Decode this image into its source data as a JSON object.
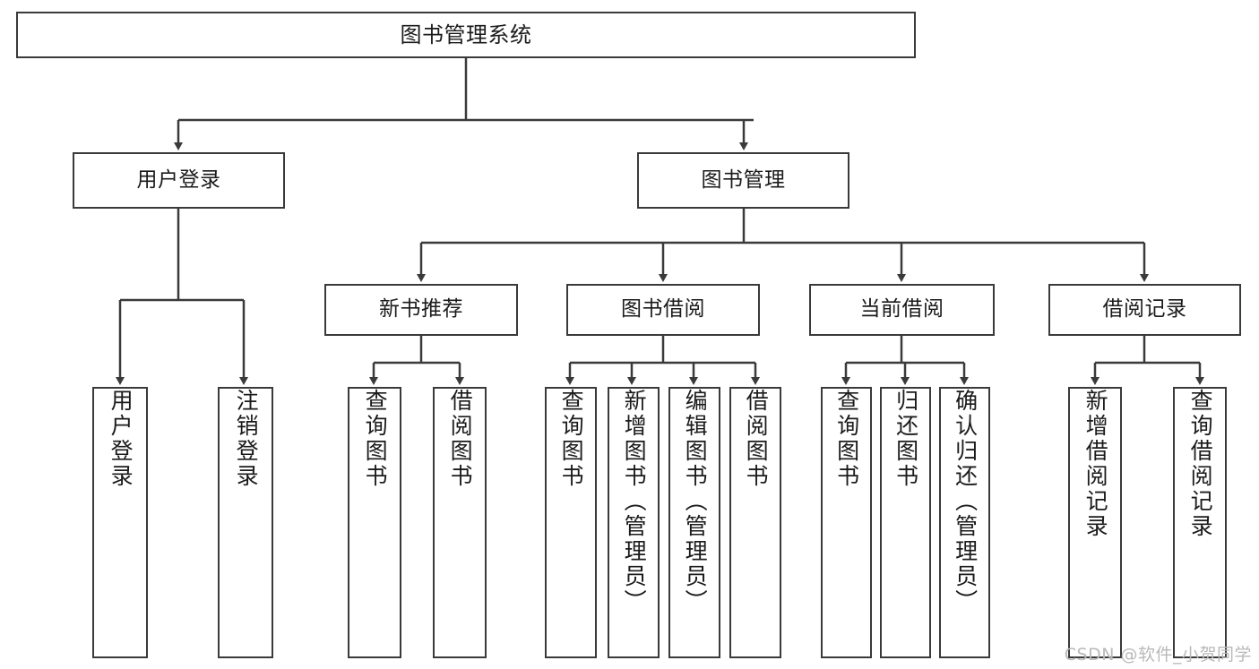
{
  "diagram": {
    "title": "图书管理系统",
    "type": "tree",
    "watermark": "CSDN @软件_小贺同学",
    "colors": {
      "stroke": "#3a3a3a",
      "fill": "#ffffff",
      "text": "#1b1b1b",
      "watermark": "#b9b9b9"
    },
    "nodes": {
      "root": {
        "label": "图书管理系统"
      },
      "level2": [
        {
          "label": "用户登录"
        },
        {
          "label": "图书管理"
        }
      ],
      "level3": [
        {
          "label": "新书推荐"
        },
        {
          "label": "图书借阅"
        },
        {
          "label": "当前借阅"
        },
        {
          "label": "借阅记录"
        }
      ],
      "leaves": [
        {
          "label": "用户登录"
        },
        {
          "label": "注销登录"
        },
        {
          "label": "查询图书"
        },
        {
          "label": "借阅图书"
        },
        {
          "label": "查询图书"
        },
        {
          "label": "新增图书（管理员）"
        },
        {
          "label": "编辑图书（管理员）"
        },
        {
          "label": "借阅图书"
        },
        {
          "label": "查询图书"
        },
        {
          "label": "归还图书"
        },
        {
          "label": "确认归还（管理员）"
        },
        {
          "label": "新增借阅记录"
        },
        {
          "label": "查询借阅记录"
        }
      ]
    }
  }
}
